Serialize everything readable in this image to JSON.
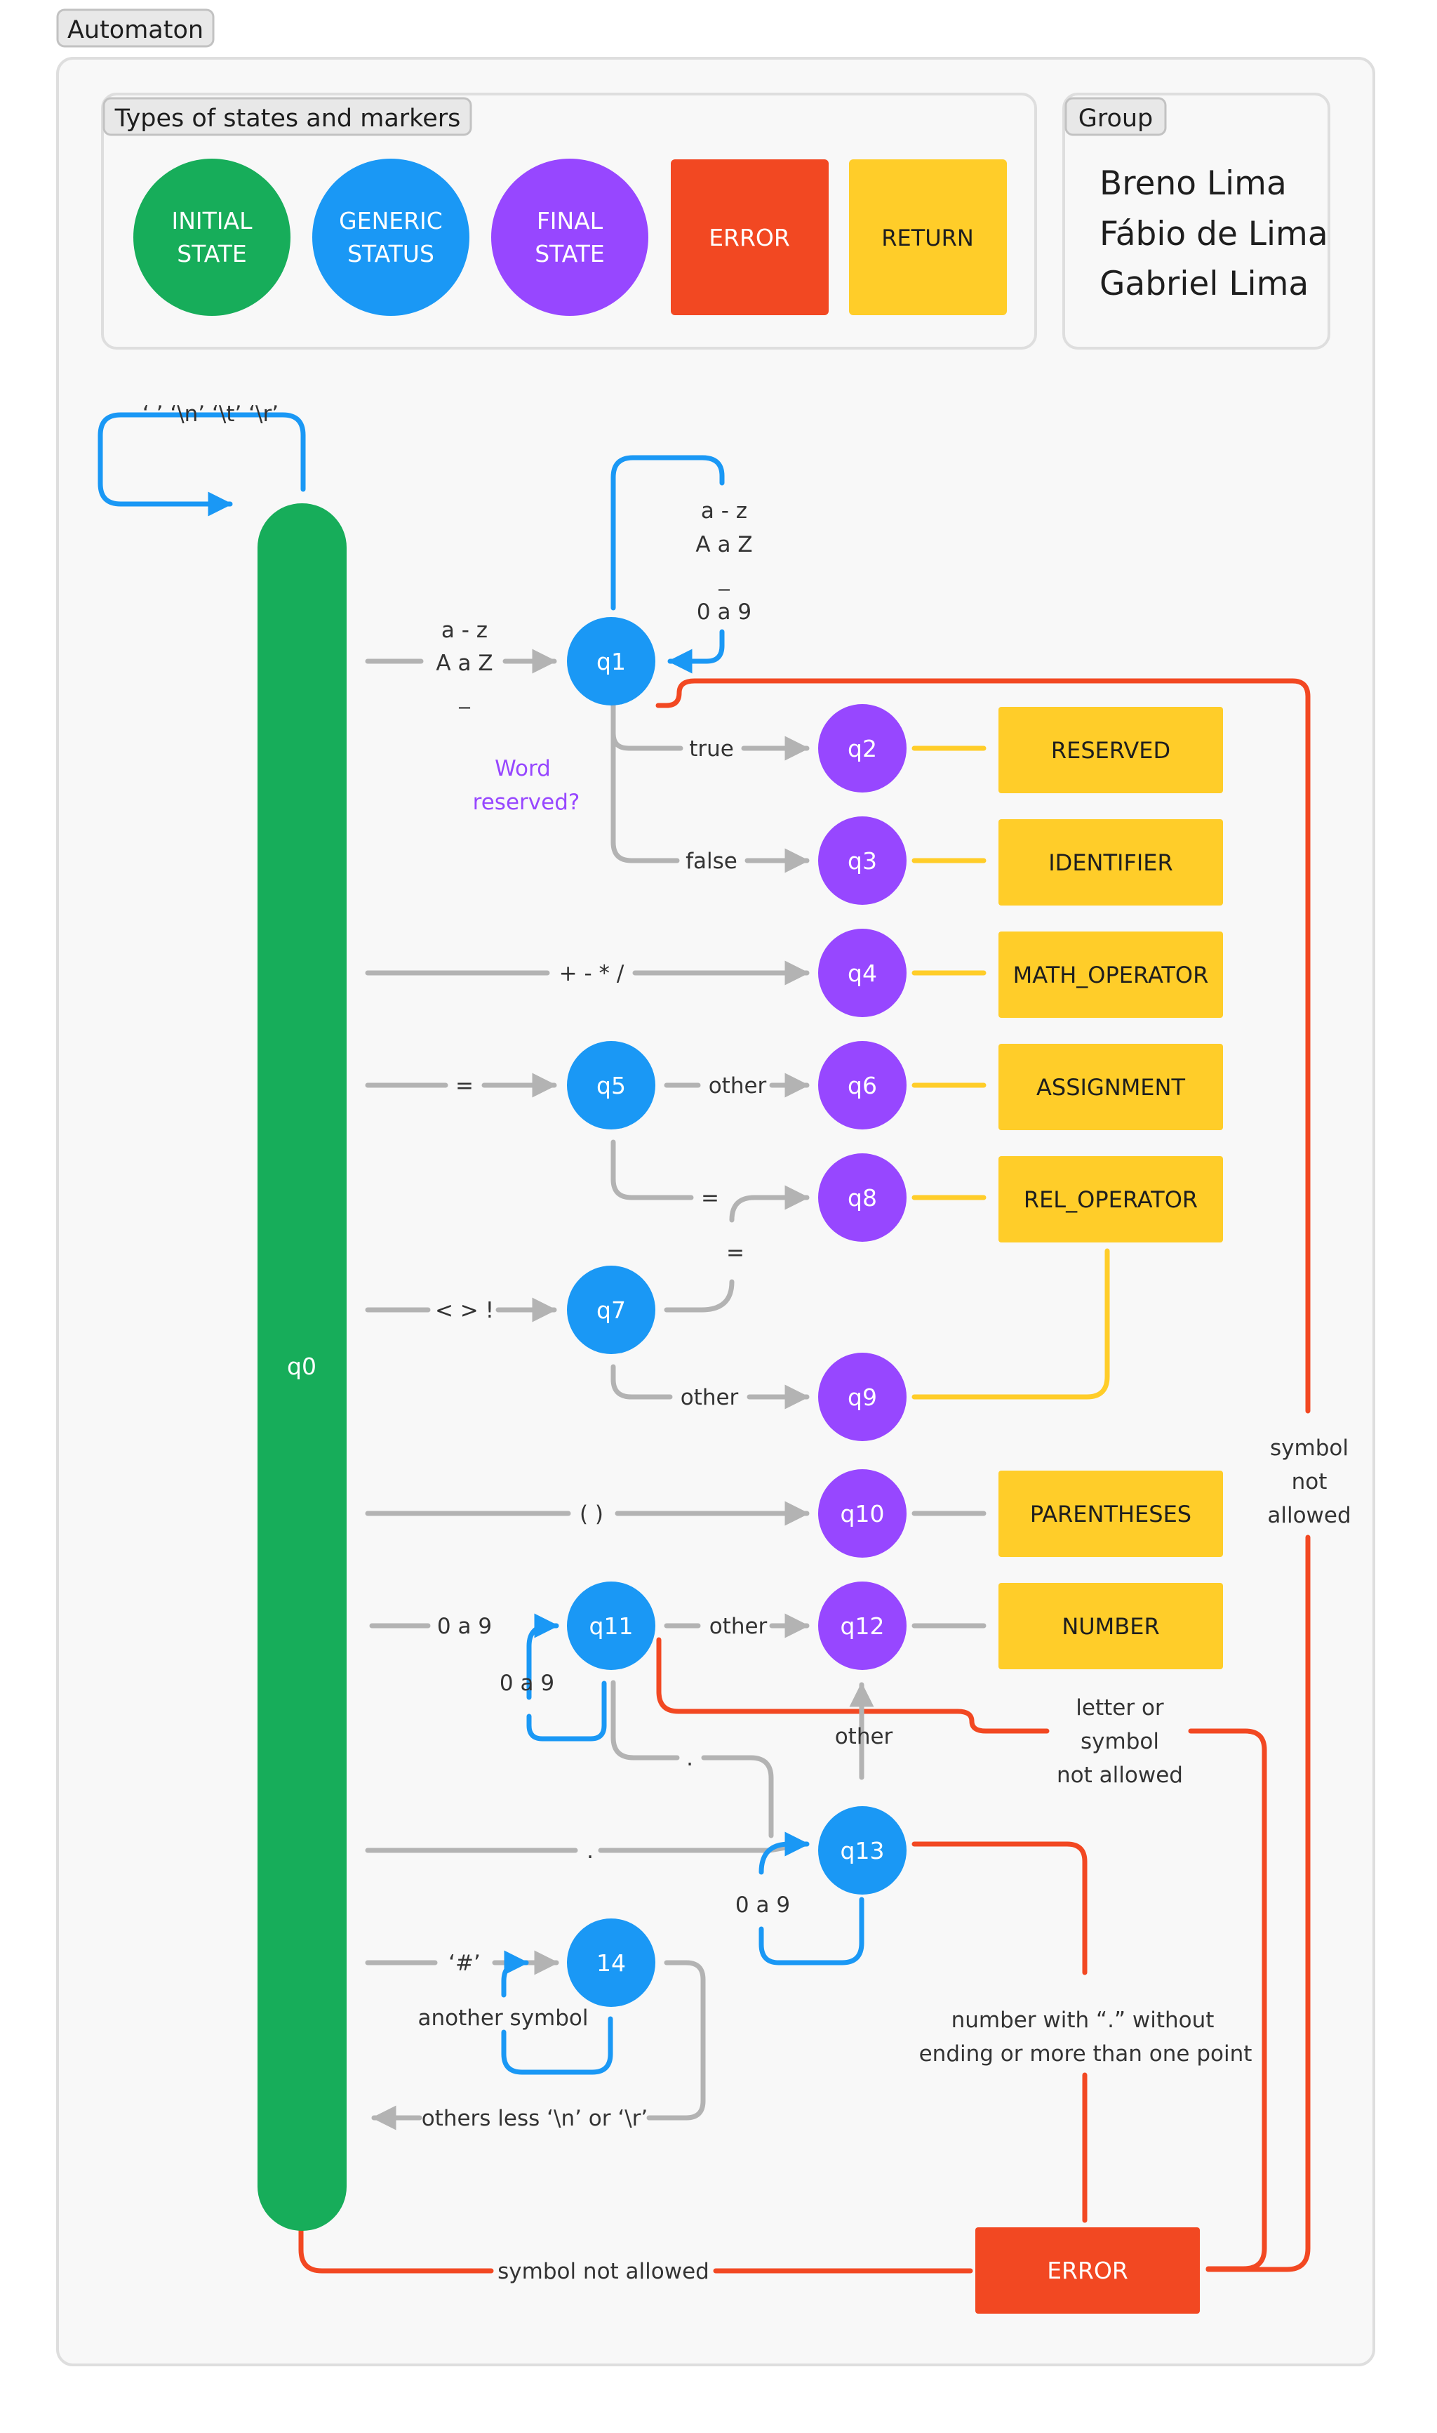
{
  "title": "Automaton",
  "legend": {
    "title": "Types of states and markers",
    "items": [
      {
        "line1": "INITIAL",
        "line2": "STATE"
      },
      {
        "line1": "GENERIC",
        "line2": "STATUS"
      },
      {
        "line1": "FINAL",
        "line2": "STATE"
      },
      {
        "label": "ERROR"
      },
      {
        "label": "RETURN"
      }
    ]
  },
  "group": {
    "title": "Group",
    "members": [
      "Breno Lima",
      "Fábio de Lima",
      "Gabriel Lima"
    ]
  },
  "colors": {
    "initial": "#17ad5a",
    "generic": "#1a98f5",
    "final": "#9747ff",
    "error": "#f24822",
    "return": "#ffcd29",
    "edge_gray": "#b3b3b3",
    "edge_blue": "#1a98f5",
    "edge_red": "#f24822",
    "edge_yellow": "#ffcd29"
  },
  "states": {
    "q0": "q0",
    "q1": "q1",
    "q2": "q2",
    "q3": "q3",
    "q4": "q4",
    "q5": "q5",
    "q6": "q6",
    "q7": "q7",
    "q8": "q8",
    "q9": "q9",
    "q10": "q10",
    "q11": "q11",
    "q12": "q12",
    "q13": "q13",
    "q14": "14"
  },
  "tokens": {
    "reserved": "RESERVED",
    "identifier": "IDENTIFIER",
    "math_operator": "MATH_OPERATOR",
    "assignment": "ASSIGNMENT",
    "rel_operator": "REL_OPERATOR",
    "parentheses": "PARENTHESES",
    "number": "NUMBER",
    "error": "ERROR"
  },
  "labels": {
    "whitespace": "‘ ’ ‘\\n’ ‘\\t’ ‘\\r’",
    "q1_loop": [
      "a - z",
      "A a Z",
      "_",
      "0 a 9"
    ],
    "q0_to_q1": [
      "a - z",
      "A a Z",
      "_"
    ],
    "word_reserved": [
      "Word",
      "reserved?"
    ],
    "true": "true",
    "false": "false",
    "math_ops": "+ - * /",
    "eq": "=",
    "other": "other",
    "eq2": "=",
    "eq3": "=",
    "rel_chars": "< > !",
    "other_q9": "other",
    "paren": "( )",
    "digits_q11": "0 a 9",
    "digits_q11_loop": "0 a 9",
    "other_q12": "other",
    "dot": ".",
    "other_q13": "other",
    "dot_q0": ".",
    "digits_q13_loop": "0 a 9",
    "hash": "‘#’",
    "another_symbol": "another symbol",
    "others_less": "others less ‘\\n’ or ‘\\r’",
    "symbol_not_allowed_right": [
      "symbol",
      "not",
      "allowed"
    ],
    "letter_or_symbol": [
      "letter or",
      "symbol",
      "not allowed"
    ],
    "number_dot": [
      "number with “.” without",
      "ending or more than one point"
    ],
    "symbol_not_allowed_bottom": "symbol not allowed"
  }
}
